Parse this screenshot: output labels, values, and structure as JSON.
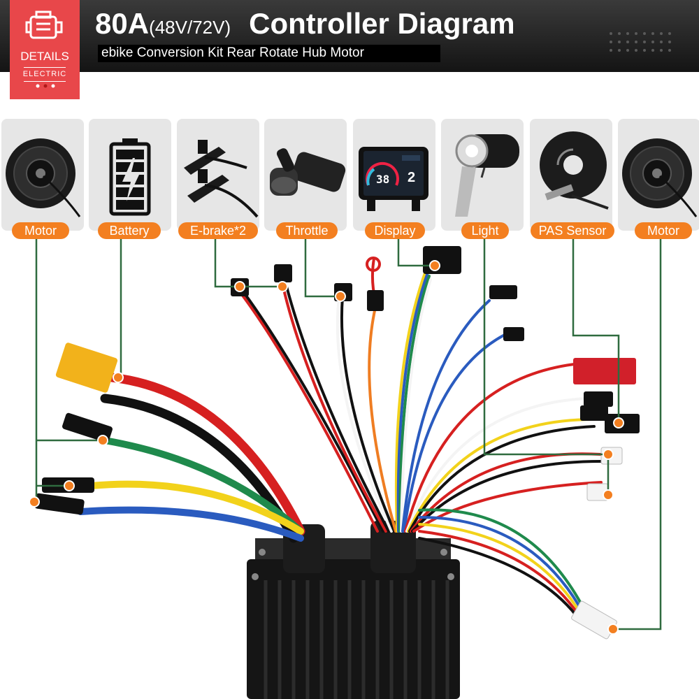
{
  "header": {
    "badge_top": "DETAILS",
    "badge_bottom": "ELECTRIC",
    "title_main": "80A",
    "title_voltage": "(48V/72V)",
    "title_rest": "Controller  Diagram",
    "subtitle": "ebike Conversion Kit Rear Rotate Hub Motor"
  },
  "components": [
    {
      "label": "Motor",
      "icon": "hub-motor-icon"
    },
    {
      "label": "Battery",
      "icon": "battery-icon"
    },
    {
      "label": "E-brake*2",
      "icon": "brake-lever-icon"
    },
    {
      "label": "Throttle",
      "icon": "throttle-icon"
    },
    {
      "label": "Display",
      "icon": "display-icon"
    },
    {
      "label": "Light",
      "icon": "headlight-icon"
    },
    {
      "label": "PAS Sensor",
      "icon": "pas-sensor-icon"
    },
    {
      "label": "Motor",
      "icon": "hub-motor-icon"
    }
  ],
  "display_screen": {
    "speed": "38",
    "gear": "2"
  },
  "colors": {
    "accent": "#f37f20",
    "badge": "#e8474a",
    "connector_line": "#2f6b3f",
    "wire_red": "#d62020",
    "wire_black": "#111111",
    "wire_green": "#1f8a4c",
    "wire_yellow": "#f2d21b",
    "wire_blue": "#2a5bbf",
    "wire_orange": "#ef7d22",
    "wire_white": "#f4f4f4"
  }
}
